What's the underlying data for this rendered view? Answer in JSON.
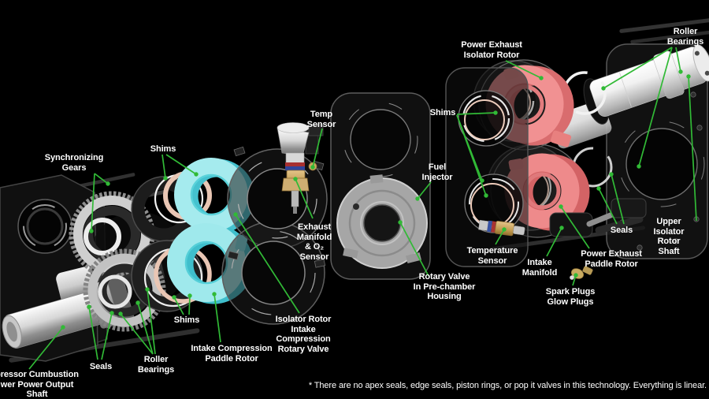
{
  "colors": {
    "background": "#000000",
    "label_text": "#ffffff",
    "leader_line_green": "#31ba36",
    "intake_rotor_cyan": "#9fe9ec",
    "exhaust_rotor_pink": "#f08c8d",
    "shim_copper": "#e9c6b4"
  },
  "labels": {
    "synchronizing_gears": "Synchronizing\nGears",
    "shims_left": "Shims",
    "temp_sensor": "Temp\nSensor",
    "exhaust_manifold_o2": "Exhaust\nManifold\n& O₂\nSensor",
    "fuel_injector": "Fuel\nInjector",
    "shims_mid": "Shims",
    "power_exhaust_isolator_rotor": "Power Exhaust\nIsolator Rotor",
    "roller_bearings_right": "Roller\nBearings",
    "upper_isolator_rotor_shaft": "Upper Isolator\nRotor Shaft",
    "seals_right": "Seals",
    "power_exhaust_paddle_rotor": "Power Exhaust\nPaddle Rotor",
    "temperature_sensor": "Temperature\nSensor",
    "intake_manifold": "Intake\nManifold",
    "spark_glow_plugs": "Spark Plugs\nGlow Plugs",
    "rotary_valve_prechamber": "Rotary Valve\nIn Pre-chamber\nHousing",
    "isolator_rotor_intake": "Isolator Rotor\nIntake\nCompression\nRotary Valve",
    "intake_compression_paddle_rotor": "Intake Compression\nPaddle Rotor",
    "shims_bottom": "Shims",
    "roller_bearings_left": "Roller\nBearings",
    "seals_left": "Seals",
    "output_shaft_truncated": "pressor Cumbustion\nwer Power Output\nShaft"
  },
  "footnote": "* There are no apex seals, edge seals, piston rings, or pop it valves in this technology. Everything is linear."
}
